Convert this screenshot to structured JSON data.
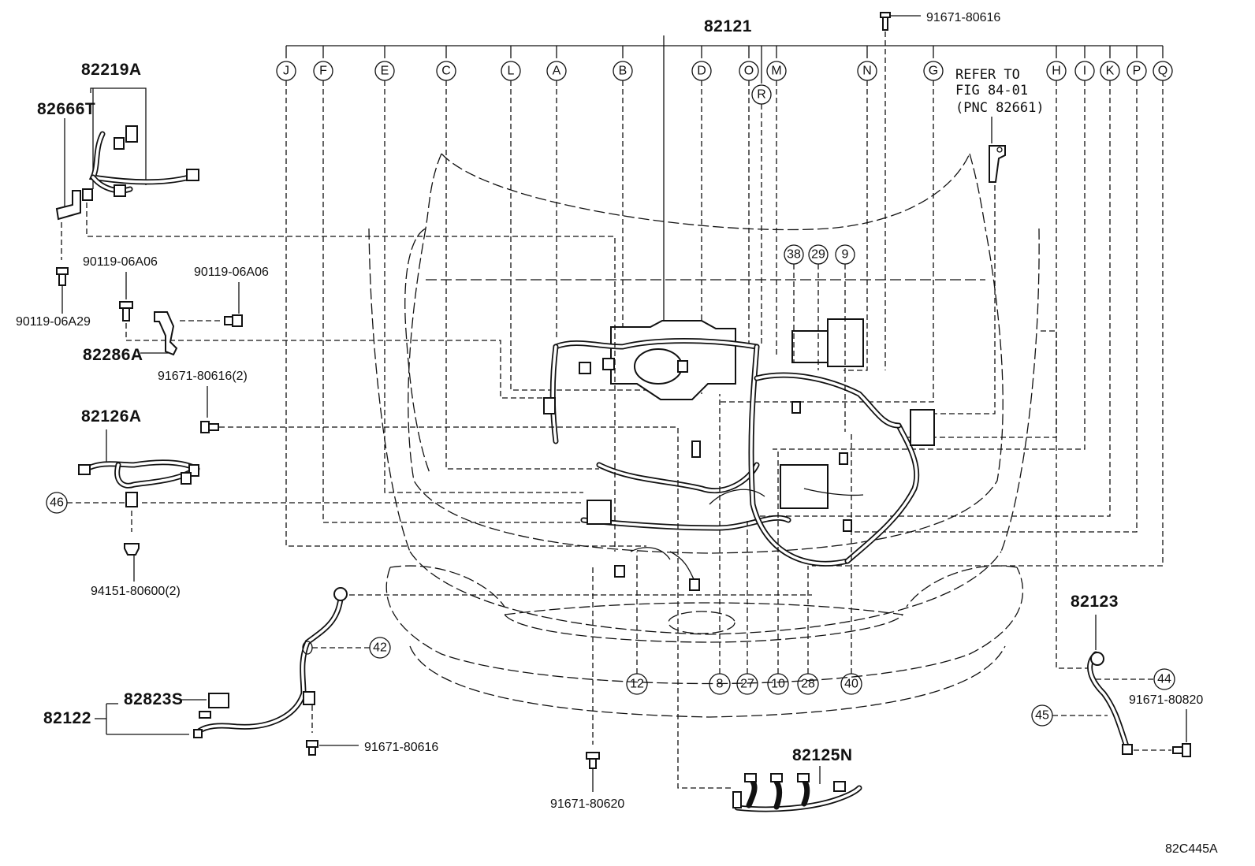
{
  "callouts": {
    "main_harness": "82121",
    "top_bolt": "91671-80616",
    "sub_harness_upper": "82219A",
    "bracket_upper": "82666T",
    "bolt_a29": "90119-06A29",
    "bolt_a06_left": "90119-06A06",
    "bolt_a06_right": "90119-06A06",
    "bracket_82286": "82286A",
    "bolt_616_2": "91671-80616(2)",
    "sub_harness_126": "82126A",
    "clip_94151": "94151-80600(2)",
    "cable_82122": "82122",
    "sensor_82823": "82823S",
    "bolt_616_lower": "91671-80616",
    "bolt_620": "91671-80620",
    "harness_125": "82125N",
    "harness_123": "82123",
    "bolt_820": "91671-80820",
    "refer_line1": "REFER TO",
    "refer_line2": "FIG 84-01",
    "refer_line3": "(PNC 82661)",
    "figure_id": "82C445A"
  },
  "top_letters": [
    "J",
    "F",
    "E",
    "C",
    "L",
    "A",
    "B",
    "D",
    "O",
    "M",
    "N",
    "G",
    "H",
    "I",
    "K",
    "P",
    "Q"
  ],
  "extra_letter": "R",
  "mid_numbers": [
    "38",
    "29",
    "9"
  ],
  "bottom_numbers": [
    "12",
    "8",
    "27",
    "10",
    "28",
    "40"
  ],
  "side_numbers": {
    "n46": "46",
    "n42": "42",
    "n44": "44",
    "n45": "45"
  }
}
